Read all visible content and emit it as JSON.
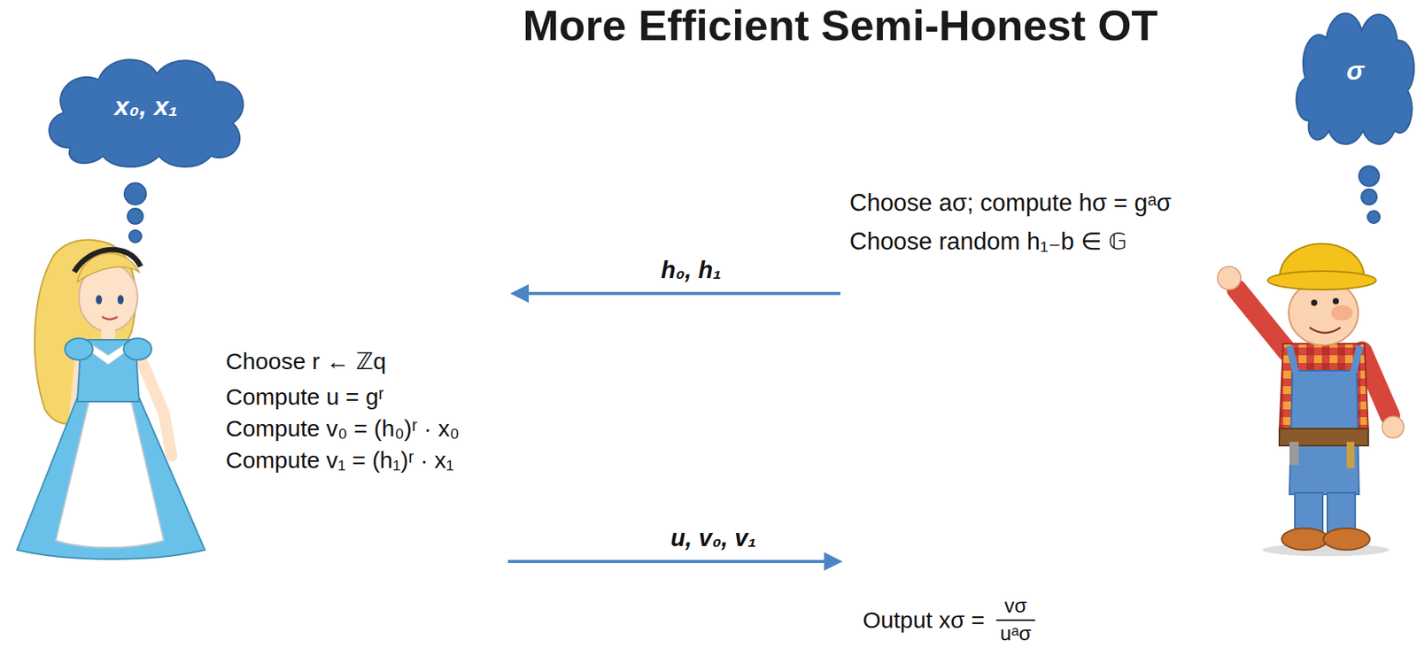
{
  "diagram": {
    "title": "More Efficient Semi-Honest OT",
    "nodes": [
      {
        "text": [
          "x₀, x₁"
        ]
      },
      {
        "text": [
          "σ"
        ]
      }
    ],
    "labels": [
      "Choose aσ; compute hσ = gᵃσ",
      "Choose random h₁₋b ∈ 𝔾",
      "h₀, h₁",
      "Choose r ← ℤq",
      "Compute u = gʳ",
      "Compute v₀ = (h₀)ʳ · x₀",
      "Compute v₁ = (h₁)ʳ · x₁",
      "u, v₀, v₁",
      "Output xσ =",
      "vσ",
      "uᵃσ"
    ]
  }
}
